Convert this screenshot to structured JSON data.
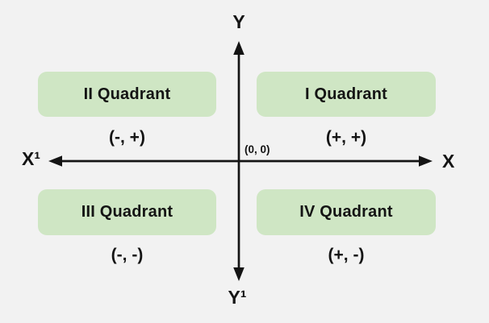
{
  "colors": {
    "background": "#f2f2f2",
    "quadrant_box_fill": "#cfe6c4",
    "axis": "#141414",
    "text": "#141414"
  },
  "axes": {
    "y_positive_label": "Y",
    "y_negative_label": "Y¹",
    "x_positive_label": "X",
    "x_negative_label": "X¹",
    "origin_label": "(0, 0)"
  },
  "quadrants": [
    {
      "name": "II Quadrant",
      "signs": "(-, +)",
      "position": "top-left"
    },
    {
      "name": "I Quadrant",
      "signs": "(+, +)",
      "position": "top-right"
    },
    {
      "name": "III Quadrant",
      "signs": "(-, -)",
      "position": "bottom-left"
    },
    {
      "name": "IV Quadrant",
      "signs": "(+, -)",
      "position": "bottom-right"
    }
  ]
}
